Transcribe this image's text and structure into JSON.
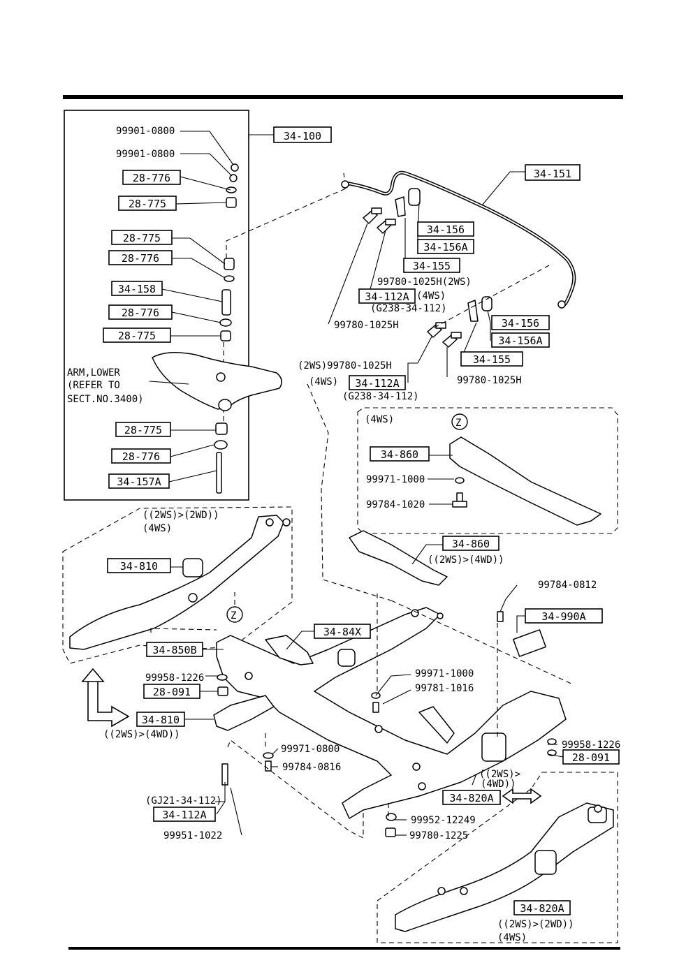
{
  "labels": [
    {
      "id": "34-100",
      "text": "34-100",
      "boxed": true
    },
    {
      "id": "99901-0800-a",
      "text": "99901-0800",
      "boxed": false
    },
    {
      "id": "99901-0800-b",
      "text": "99901-0800",
      "boxed": false
    },
    {
      "id": "28-776-a",
      "text": "28-776",
      "boxed": true
    },
    {
      "id": "28-775-a",
      "text": "28-775",
      "boxed": true
    },
    {
      "id": "28-775-b",
      "text": "28-775",
      "boxed": true
    },
    {
      "id": "28-776-b",
      "text": "28-776",
      "boxed": true
    },
    {
      "id": "34-158",
      "text": "34-158",
      "boxed": true
    },
    {
      "id": "28-776-c",
      "text": "28-776",
      "boxed": true
    },
    {
      "id": "28-775-c",
      "text": "28-775",
      "boxed": true
    },
    {
      "id": "arm-1",
      "text": "ARM,LOWER",
      "boxed": false
    },
    {
      "id": "arm-2",
      "text": "(REFER TO",
      "boxed": false
    },
    {
      "id": "arm-3",
      "text": "SECT.NO.3400)",
      "boxed": false
    },
    {
      "id": "28-775-d",
      "text": "28-775",
      "boxed": true
    },
    {
      "id": "28-776-d",
      "text": "28-776",
      "boxed": true
    },
    {
      "id": "34-157A",
      "text": "34-157A",
      "boxed": true
    },
    {
      "id": "34-151",
      "text": "34-151",
      "boxed": true
    },
    {
      "id": "34-156-a",
      "text": "34-156",
      "boxed": true
    },
    {
      "id": "34-156A-a",
      "text": "34-156A",
      "boxed": true
    },
    {
      "id": "34-155-a",
      "text": "34-155",
      "boxed": true
    },
    {
      "id": "99780-1025H-2ws",
      "text": "99780-1025H(2WS)",
      "boxed": false
    },
    {
      "id": "34-112A-a",
      "text": "34-112A",
      "boxed": true
    },
    {
      "id": "4ws-a",
      "text": "(4WS)",
      "boxed": false
    },
    {
      "id": "g238-a",
      "text": "(G238-34-112)",
      "boxed": false
    },
    {
      "id": "99780-1025H-a",
      "text": "99780-1025H",
      "boxed": false
    },
    {
      "id": "34-156-b",
      "text": "34-156",
      "boxed": true
    },
    {
      "id": "34-156A-b",
      "text": "34-156A",
      "boxed": true
    },
    {
      "id": "34-155-b",
      "text": "34-155",
      "boxed": true
    },
    {
      "id": "2ws-99780",
      "text": "(2WS)99780-1025H",
      "boxed": false
    },
    {
      "id": "4ws-b",
      "text": "(4WS)",
      "boxed": false
    },
    {
      "id": "34-112A-b",
      "text": "34-112A",
      "boxed": true
    },
    {
      "id": "g238-b",
      "text": "(G238-34-112)",
      "boxed": false
    },
    {
      "id": "99780-1025H-b",
      "text": "99780-1025H",
      "boxed": false
    },
    {
      "id": "4ws-c",
      "text": "(4WS)",
      "boxed": false
    },
    {
      "id": "z-a",
      "text": "Z",
      "boxed": false
    },
    {
      "id": "34-860-a",
      "text": "34-860",
      "boxed": true
    },
    {
      "id": "99971-1000-a",
      "text": "99971-1000",
      "boxed": false
    },
    {
      "id": "99784-1020",
      "text": "99784-1020",
      "boxed": false
    },
    {
      "id": "2ws2wd-a",
      "text": "((2WS)>(2WD))",
      "boxed": false
    },
    {
      "id": "4ws-d",
      "text": "(4WS)",
      "boxed": false
    },
    {
      "id": "34-810-a",
      "text": "34-810",
      "boxed": true
    },
    {
      "id": "z-b",
      "text": "Z",
      "boxed": false
    },
    {
      "id": "34-860-b",
      "text": "34-860",
      "boxed": true
    },
    {
      "id": "2ws4wd-a",
      "text": "((2WS)>(4WD))",
      "boxed": false
    },
    {
      "id": "99784-0812",
      "text": "99784-0812",
      "boxed": false
    },
    {
      "id": "34-990A",
      "text": "34-990A",
      "boxed": true
    },
    {
      "id": "34-84X",
      "text": "34-84X",
      "boxed": true
    },
    {
      "id": "34-850B",
      "text": "34-850B",
      "boxed": true
    },
    {
      "id": "99971-1000-b",
      "text": "99971-1000",
      "boxed": false
    },
    {
      "id": "99781-1016",
      "text": "99781-1016",
      "boxed": false
    },
    {
      "id": "99958-1226-a",
      "text": "99958-1226",
      "boxed": false
    },
    {
      "id": "28-091-a",
      "text": "28-091",
      "boxed": true
    },
    {
      "id": "34-810-b",
      "text": "34-810",
      "boxed": true
    },
    {
      "id": "2ws4wd-b",
      "text": "((2WS)>(4WD))",
      "boxed": false
    },
    {
      "id": "99958-1226-b",
      "text": "99958-1226",
      "boxed": false
    },
    {
      "id": "28-091-b",
      "text": "28-091",
      "boxed": true
    },
    {
      "id": "99971-0800",
      "text": "99971-0800",
      "boxed": false
    },
    {
      "id": "99784-0816",
      "text": "99784-0816",
      "boxed": false
    },
    {
      "id": "2ws-c",
      "text": "((2WS)>",
      "boxed": false
    },
    {
      "id": "4wd-c",
      "text": "(4WD))",
      "boxed": false
    },
    {
      "id": "34-820A-a",
      "text": "34-820A",
      "boxed": true
    },
    {
      "id": "gj21",
      "text": "(GJ21-34-112)",
      "boxed": false
    },
    {
      "id": "34-112A-c",
      "text": "34-112A",
      "boxed": true
    },
    {
      "id": "99951-1022",
      "text": "99951-1022",
      "boxed": false
    },
    {
      "id": "99952-12249",
      "text": "99952-12249",
      "boxed": false
    },
    {
      "id": "99780-1225",
      "text": "99780-1225",
      "boxed": false
    },
    {
      "id": "34-820A-b",
      "text": "34-820A",
      "boxed": true
    },
    {
      "id": "2ws2wd-b",
      "text": "((2WS)>(2WD))",
      "boxed": false
    },
    {
      "id": "4ws-e",
      "text": "(4WS)",
      "boxed": false
    }
  ]
}
